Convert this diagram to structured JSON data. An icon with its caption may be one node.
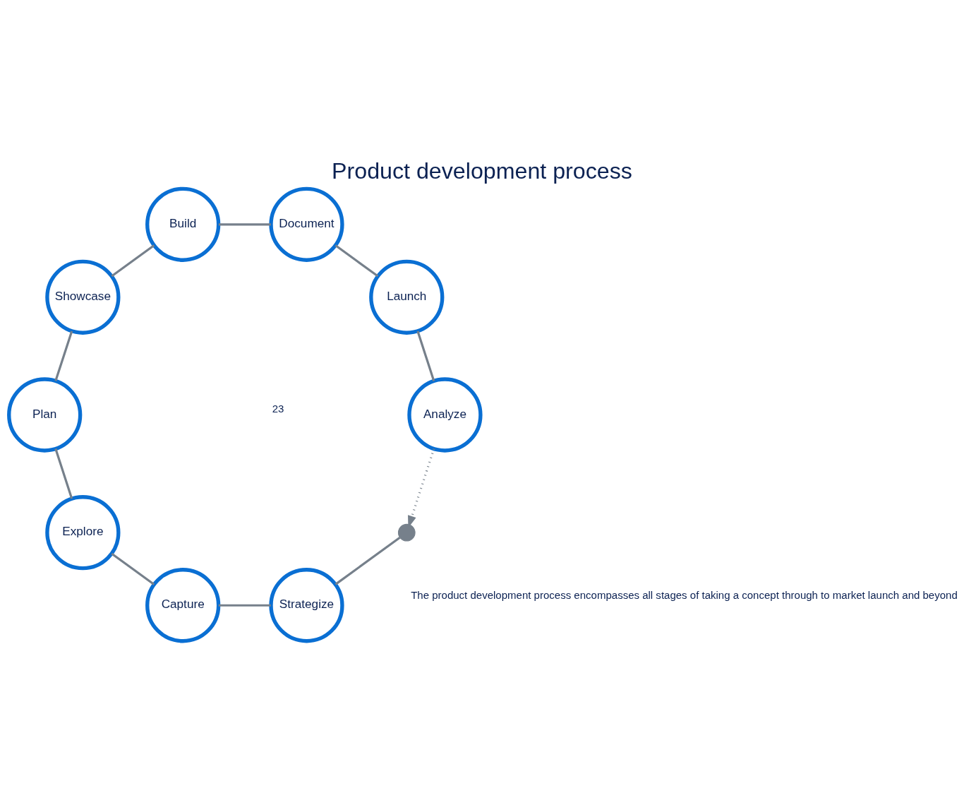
{
  "diagram": {
    "title": "Product development process",
    "nodes": [
      {
        "text": [],
        "shape": "circle"
      },
      {
        "text": [
          "Strategize"
        ]
      },
      {
        "text": [
          "Capture"
        ]
      },
      {
        "text": [
          "Explore"
        ]
      },
      {
        "text": [
          "Plan"
        ]
      },
      {
        "text": [
          "Showcase"
        ]
      },
      {
        "text": [
          "Build"
        ]
      },
      {
        "text": [
          "Document"
        ]
      },
      {
        "text": [
          "Launch"
        ]
      },
      {
        "text": [
          "Analyze"
        ]
      }
    ],
    "edges": [
      {
        "from": 0,
        "to": 1,
        "arrow": "none"
      },
      {
        "from": 1,
        "to": 2,
        "arrow": "none"
      },
      {
        "from": 2,
        "to": 3,
        "arrow": "none"
      },
      {
        "from": 3,
        "to": 4,
        "arrow": "none"
      },
      {
        "from": 4,
        "to": 5,
        "arrow": "none"
      },
      {
        "from": 5,
        "to": 6,
        "arrow": "none"
      },
      {
        "from": 6,
        "to": 7,
        "arrow": "none"
      },
      {
        "from": 7,
        "to": 8,
        "arrow": "none"
      },
      {
        "from": 8,
        "to": 9,
        "arrow": "none"
      },
      {
        "from": 9,
        "to": 0,
        "arrow": "to",
        "style": "dashed"
      }
    ],
    "labels": [
      "23",
      "The product development process encompasses all stages of taking a concept through to market launch and beyond"
    ]
  }
}
